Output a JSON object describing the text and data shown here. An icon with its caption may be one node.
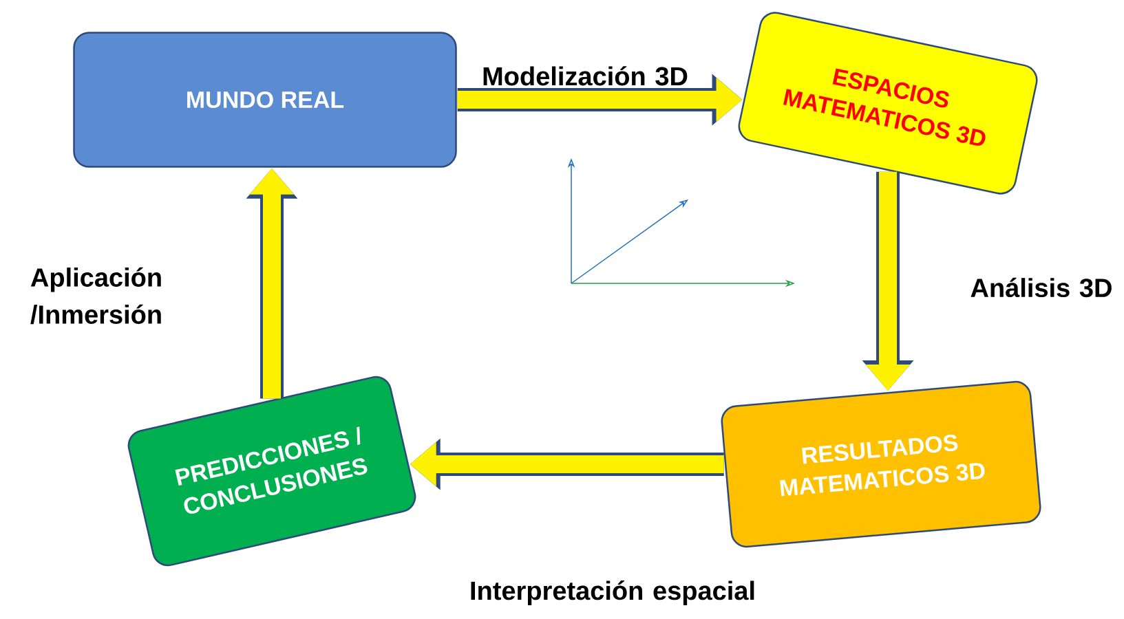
{
  "diagram": {
    "nodes": [
      {
        "text": [
          "MUNDO REAL"
        ]
      },
      {
        "text": [
          "ESPACIOS MATEMATICOS 3D"
        ]
      },
      {
        "text": [
          "RESULTADOS MATEMATICOS 3D"
        ]
      },
      {
        "text": [
          "PREDICCIONES / CONCLUSIONES"
        ]
      }
    ],
    "edges": [
      {
        "from": 0,
        "to": 1,
        "arrow": "to",
        "label": "Modelización 3D"
      },
      {
        "from": 1,
        "to": 2,
        "arrow": "to",
        "label": "Análisis 3D"
      },
      {
        "from": 2,
        "to": 3,
        "arrow": "to",
        "label": "Interpretación espacial"
      },
      {
        "from": 3,
        "to": 0,
        "arrow": "to",
        "label": "Aplicación /Inmersión"
      }
    ]
  }
}
